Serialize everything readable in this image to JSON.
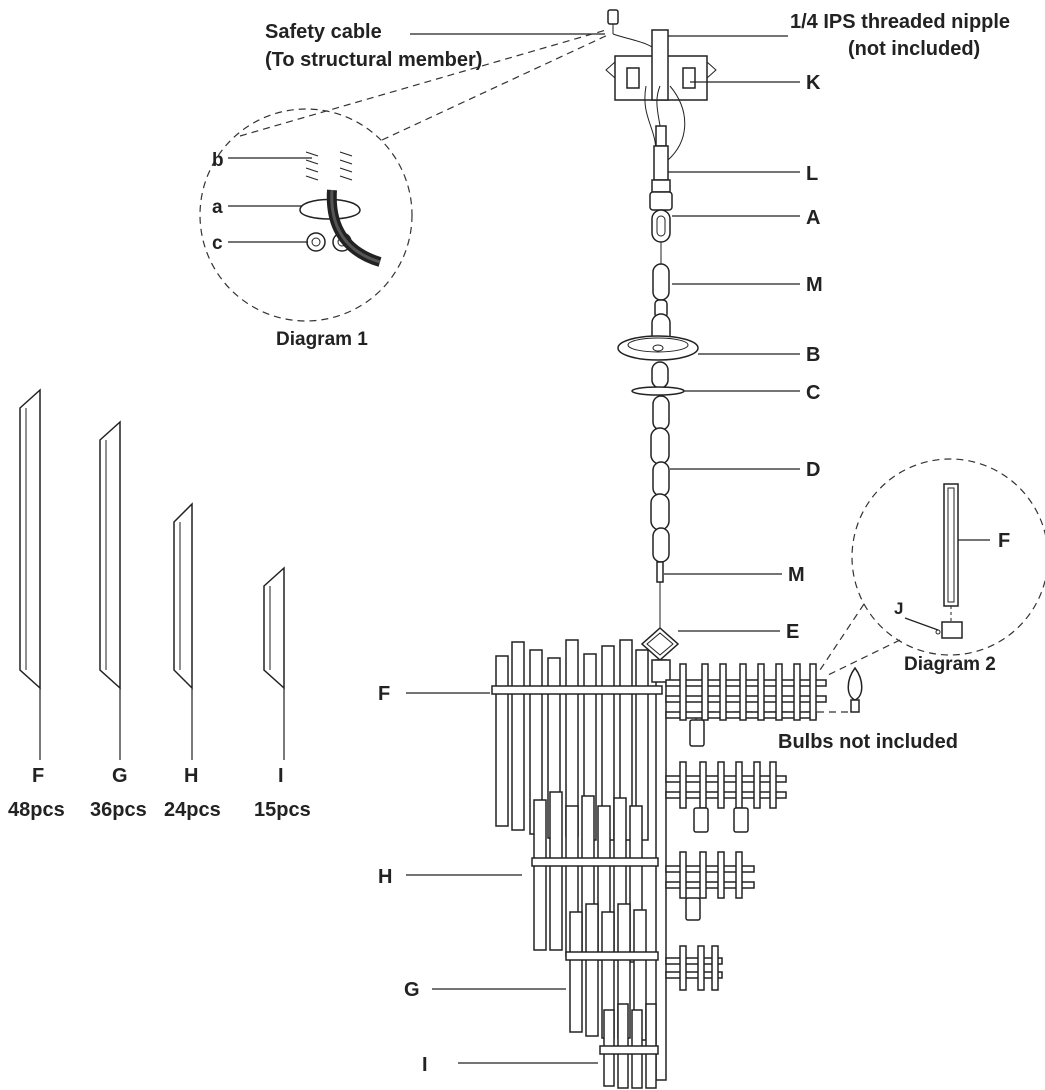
{
  "callouts": {
    "safety_cable": "Safety cable",
    "safety_cable_note": "(To structural member)",
    "nipple": "1/4 IPS threaded nipple",
    "nipple_note": "(not included)",
    "bulbs": "Bulbs not included"
  },
  "part_letters": {
    "K": "K",
    "L": "L",
    "A": "A",
    "M": "M",
    "B": "B",
    "C": "C",
    "D": "D",
    "M2": "M",
    "E": "E",
    "F": "F",
    "H": "H",
    "G": "G",
    "I": "I",
    "J": "J"
  },
  "detail_letters": {
    "a": "a",
    "b": "b",
    "c": "c"
  },
  "diagram_titles": {
    "d1": "Diagram 1",
    "d2": "Diagram 2"
  },
  "crystals": [
    {
      "letter": "F",
      "count": "48pcs"
    },
    {
      "letter": "G",
      "count": "36pcs"
    },
    {
      "letter": "H",
      "count": "24pcs"
    },
    {
      "letter": "I",
      "count": "15pcs"
    }
  ]
}
